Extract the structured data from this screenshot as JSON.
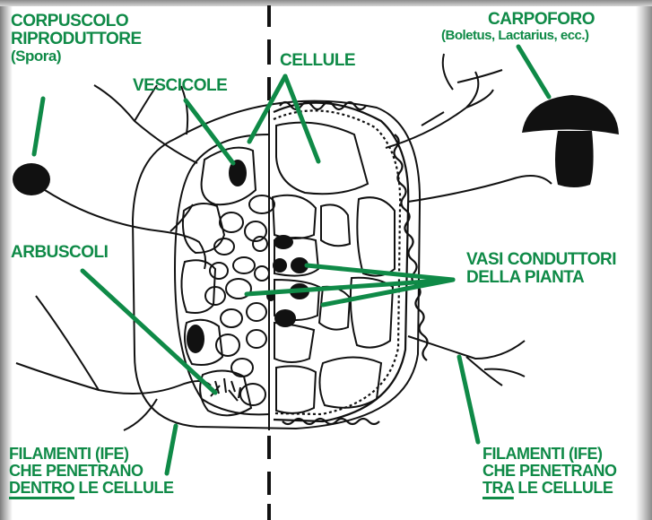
{
  "labels": {
    "spore": {
      "line1": "CORPUSCOLO",
      "line2": "RIPRODUTTORE",
      "line3": "(Spora)"
    },
    "vesicles": "VESCICOLE",
    "cells": "CELLULE",
    "fruiting_body": {
      "line1": "CARPOFORO",
      "line2": "(Boletus, Lactarius, ecc.)"
    },
    "arbuscules": "ARBUSCOLI",
    "vessels": {
      "line1": "VASI CONDUTTORI",
      "line2": "DELLA PIANTA"
    },
    "hyphae_inside": {
      "line1": "FILAMENTI (IFE)",
      "line2": "CHE PENETRANO",
      "line3_underlined": "DENTRO",
      "line3_rest": " LE CELLULE"
    },
    "hyphae_between": {
      "line1": "FILAMENTI (IFE)",
      "line2": "CHE PENETRANO",
      "line3_underlined": "TRA",
      "line3_rest": " LE CELLULE"
    }
  },
  "colors": {
    "label_green": "#0f8a47",
    "ink": "#111111"
  }
}
